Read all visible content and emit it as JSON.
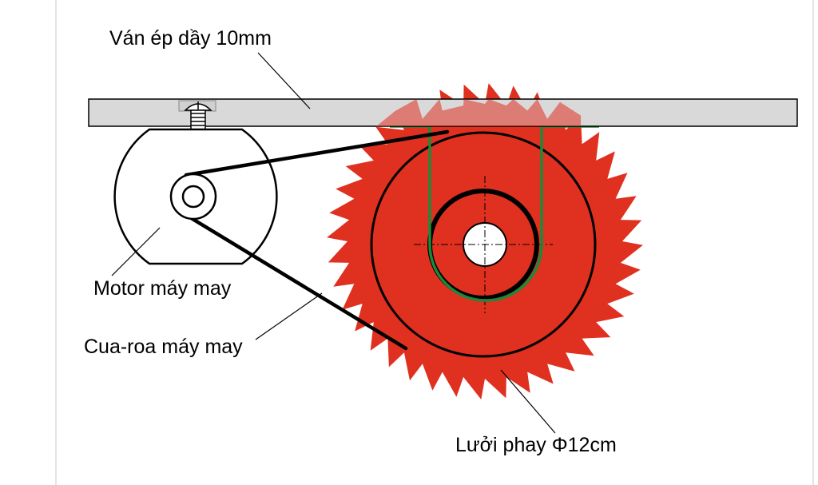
{
  "labels": {
    "plywood": "Ván ép dầy 10mm",
    "motor": "Motor máy may",
    "belt": "Cua-roa máy may",
    "blade": "Lưởi phay Φ12cm"
  },
  "colors": {
    "blade": "#e03020",
    "board": "#d9d9d9",
    "guard": "#1a8a3a",
    "outline": "#000000",
    "frame": "#c8c8c8"
  },
  "blade": {
    "teeth": 40
  }
}
